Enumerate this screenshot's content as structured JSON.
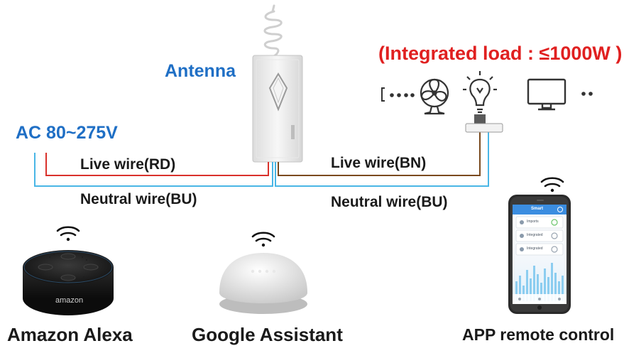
{
  "diagram": {
    "antenna_label": "Antenna",
    "supply_label": "AC 80~275V",
    "load_label": "(Integrated load : ≤1000W )",
    "wires": {
      "left_live": "Live wire(RD)",
      "left_neutral": "Neutral wire(BU)",
      "right_live": "Live wire(BN)",
      "right_neutral": "Neutral wire(BU)"
    },
    "wire_colors": {
      "red": "#d9312b",
      "blue": "#49b6e6",
      "brown": "#7a4a1e"
    },
    "controls": [
      {
        "label": "Amazon Alexa"
      },
      {
        "label": "Google Assistant"
      },
      {
        "label": "APP remote control"
      }
    ],
    "device_brand": "amazon",
    "icons": [
      "wifi-icon",
      "fan-icon",
      "bulb-icon",
      "monitor-icon"
    ]
  },
  "app_screen": {
    "header": "Smart",
    "rows": [
      "Imports",
      "Integrated",
      "Integrated"
    ]
  }
}
